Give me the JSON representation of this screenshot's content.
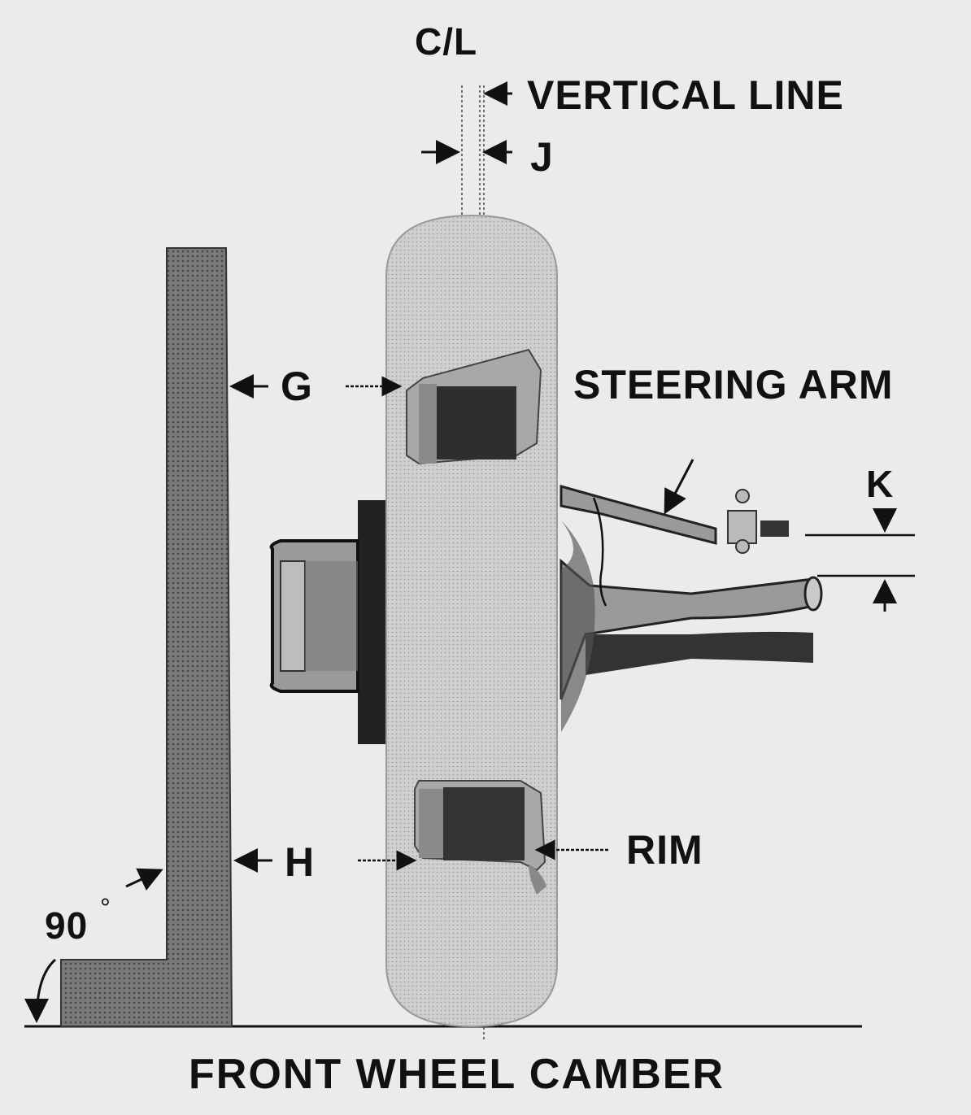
{
  "title": "FRONT WHEEL CAMBER",
  "labels": {
    "centerline": "C/L",
    "vertical_line": "VERTICAL LINE",
    "j": "J",
    "g": "G",
    "h": "H",
    "k": "K",
    "steering_arm": "STEERING ARM",
    "rim": "RIM",
    "angle": "90",
    "degree": "°"
  },
  "colors": {
    "ink": "#111111",
    "background": "#ebebea",
    "gauge_fill": "#6e6e6e",
    "tire_fill": "#c8c8c8",
    "rim_dark": "#2e2e2e",
    "hub_fill": "#9a9a9a"
  }
}
